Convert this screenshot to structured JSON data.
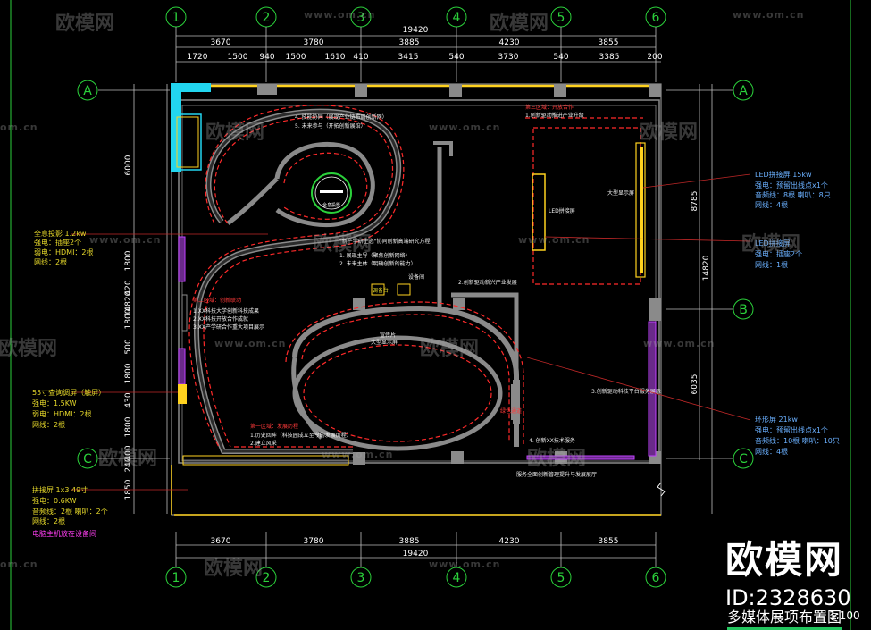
{
  "watermark": {
    "logo_text": "欧模网",
    "url": "www.om.cn",
    "url_short": "om.cn"
  },
  "brand": {
    "name": "欧模网",
    "id_text": "ID:2328630"
  },
  "drawing": {
    "title": "多媒体展项布置图",
    "scale": "1:100"
  },
  "grid": {
    "columns": [
      "1",
      "2",
      "3",
      "4",
      "5",
      "6"
    ],
    "rows": [
      "A",
      "B",
      "C"
    ]
  },
  "dimensions": {
    "total_width": "19420",
    "total_height": "14820",
    "top_major": [
      "3670",
      "3780",
      "3885",
      "4230",
      "3855"
    ],
    "top_minor": [
      "1720",
      "1500",
      "940",
      "1500",
      "1610",
      "410",
      "3415",
      "540",
      "3730",
      "540",
      "3385",
      "200"
    ],
    "bottom_major": [
      "3670",
      "3780",
      "3885",
      "4230",
      "3855"
    ],
    "left_segments": [
      "6000",
      "1800",
      "420",
      "1800",
      "500",
      "1800",
      "430",
      "1800",
      "400",
      "240",
      "1850"
    ],
    "right_segments": [
      "8785",
      "6035"
    ]
  },
  "room_labels": {
    "center": "全息投影",
    "equipment": "设备间",
    "equip_box": "调备台",
    "big_screen": "大型显示屏",
    "ring_screen": "环形屏",
    "oval_screen": "大型显示屏",
    "oval_title": "宣传片",
    "led_wall": "LED拼接屏"
  },
  "annotations": {
    "a1": "4. 技能协同（展现产业链布局创新网）",
    "a2": "5. 未来参与（开拓创新展馆）",
    "a3": "\"新产学研生态\"协同创新高端研究方程",
    "a4": "1. 展现主导（聚焦创新网络）",
    "a5": "2. 未来主体（明确创新的能力）",
    "a6": "2.创新驱动新兴产业发展",
    "a7": "第二区域：创新联动",
    "a8": "1.XX科技大学创新科技成果",
    "a9": "2.XX科技开放合作成就",
    "a10": "3.XX产学研合作重大项目展示",
    "a11": "第一区域：发展历程",
    "a12": "1.历史回眸（科技园成立至今的发展历程）",
    "a13": "2.建立风采",
    "a14": "第三区域：开放合作",
    "a15": "1.创新驱动推进产业升级",
    "a16": "3.创新驱动科技平台服务展示",
    "a17": "4. 创新XX技术服务",
    "a18": "绿色通道",
    "a19": "服务全面创新管理提升与发展展厅"
  },
  "equipment_left": {
    "e1": [
      "全息投影 1.2kw",
      "强电：插座2个",
      "弱电：HDMI：2根",
      "网线：2根"
    ],
    "e2": [
      "55寸查询调屏（触屏）",
      "强电：1.5KW",
      "弱电：HDMI：2根",
      "网线：2根"
    ],
    "e3": [
      "拼接屏 1x3 49寸",
      "强电：0.6KW",
      "音频线：2根  喇叭：2个",
      "网线：2根"
    ],
    "note": "电脑主机放在设备间"
  },
  "equipment_right": {
    "e1": [
      "LED拼接屏 15kw",
      "强电：预留出线点x1个",
      "音频线：8根  喇叭：8只",
      "网线：4根"
    ],
    "e2": [
      "LED拼接屏",
      "强电：插座2个",
      "网线：1根"
    ],
    "e3": [
      "环形屏 21kw",
      "强电：预留出线点x1个",
      "音频线：10根  喇叭：10只",
      "网线：4根"
    ]
  },
  "colors": {
    "background": "#000000",
    "wall": "#8a8a8a",
    "wall_fill": "#2b2b2b",
    "yellow": "#ffd21f",
    "cyan": "#22d6f0",
    "red_dash": "#ff2a2a",
    "green": "#2bd13b",
    "axis": "#ffffff",
    "annotation_white": "#f2f2f2",
    "annotation_yellow": "#e6d82a",
    "annotation_blue": "#6ab0ff",
    "magenta": "#ff3ef2"
  }
}
